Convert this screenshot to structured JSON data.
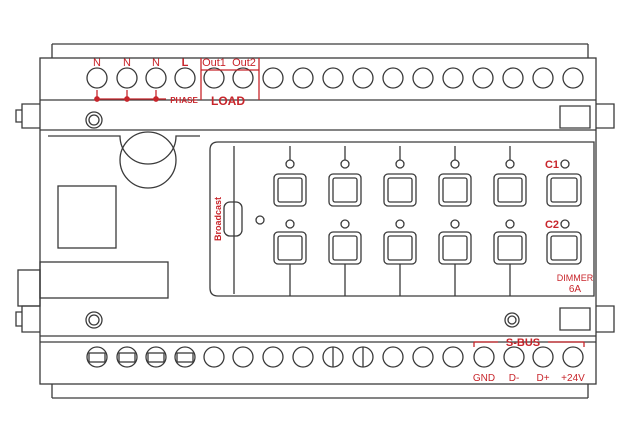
{
  "colors": {
    "outline": "#3a3a3a",
    "label_red": "#c8252b",
    "background": "#ffffff"
  },
  "top_terminals": {
    "n1": "N",
    "n2": "N",
    "n3": "N",
    "l": "L",
    "phase": "PHASE",
    "out1": "Out1",
    "out2": "Out2",
    "load": "LOAD"
  },
  "panel": {
    "broadcast": "Broadcast",
    "channel1": "C1",
    "channel2": "C2",
    "model": "DIMMER",
    "rating": "6A"
  },
  "bottom_terminals": {
    "sbus": "S-BUS",
    "gnd": "GND",
    "dminus": "D-",
    "dplus": "D+",
    "v24": "+24V"
  }
}
